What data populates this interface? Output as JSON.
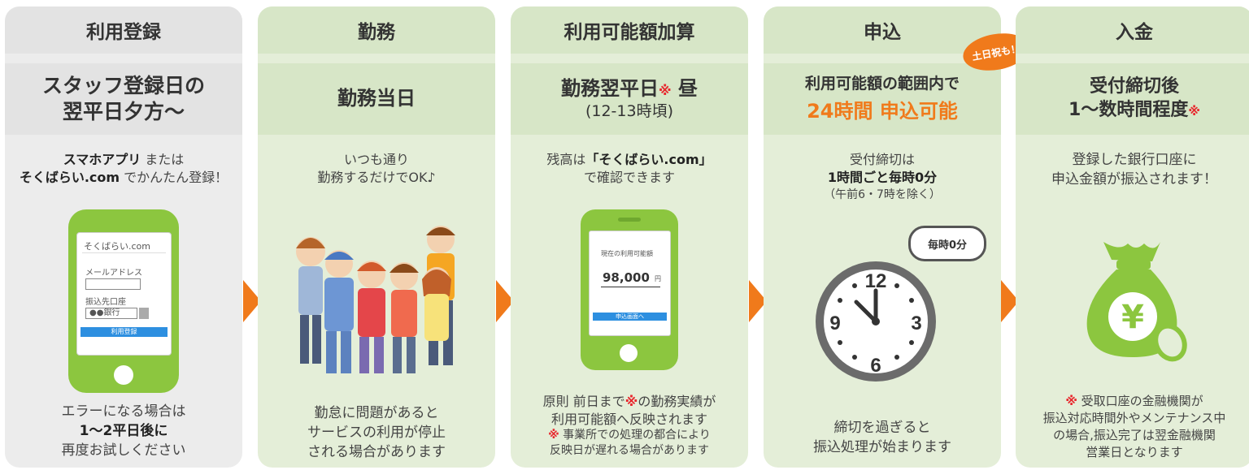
{
  "steps": [
    {
      "header": "利用登録",
      "timing": [
        "スタッフ登録日の",
        "翌平日夕方～"
      ],
      "desc": {
        "line1_bold": "スマホアプリ",
        "line1_rest": " または",
        "line2_bold": "そくばらい.com",
        "line2_rest": " でかんたん登録！"
      },
      "screen": {
        "site": "そくばらい.com",
        "email_label": "メールアドレス",
        "bank_label": "振込先口座",
        "bank_value": "●●銀行",
        "button": "利用登録"
      },
      "foot": {
        "line1": "エラーになる場合は",
        "line2_bold": "1～2平日後に",
        "line3": "再度お試しください"
      }
    },
    {
      "header": "勤務",
      "timing": "勤務当日",
      "desc": [
        "いつも通り",
        "勤務するだけでOK♪"
      ],
      "foot": [
        "勤怠に問題があると",
        "サービスの利用が停止",
        "される場合があります"
      ]
    },
    {
      "header": "利用可能額加算",
      "timing": {
        "main": "勤務翌平日",
        "mark": "※",
        "tail": " 昼",
        "sub": "(12-13時頃)"
      },
      "desc": {
        "pre": "残高は",
        "bold": "「そくばらい.com」",
        "line2": "で確認できます"
      },
      "screen": {
        "label": "現在の利用可能額",
        "amount": "98,000",
        "unit": "円",
        "button": "申込画面へ"
      },
      "foot": {
        "l1a": "原則 前日まで",
        "mark": "※",
        "l1b": "の勤務実績が",
        "l2": "利用可能額へ反映されます",
        "note_mark": "※",
        "note1": " 事業所での処理の都合により",
        "note2": "反映日が遅れる場合があります"
      }
    },
    {
      "header": "申込",
      "badge": "土日祝も！",
      "timing": {
        "line1": "利用可能額の範囲内で",
        "line2": "24時間 申込可能"
      },
      "desc": {
        "line1": "受付締切は",
        "line2_bold": "1時間ごと毎時0分",
        "line3": "（午前6・7時を除く）"
      },
      "bubble": "毎時0分",
      "clock": {
        "n12": "12",
        "n3": "3",
        "n6": "6",
        "n9": "9"
      },
      "foot": [
        "締切を過ぎると",
        "振込処理が始まります"
      ]
    },
    {
      "header": "入金",
      "timing": {
        "line1": "受付締切後",
        "line2": "1～数時間程度",
        "mark": "※"
      },
      "desc": [
        "登録した銀行口座に",
        "申込金額が振込されます！"
      ],
      "bag_symbol": "¥",
      "foot": {
        "mark": "※",
        "l1": " 受取口座の金融機関が",
        "l2": "振込対応時間外やメンテナンス中",
        "l3": "の場合,振込完了は翌金融機関",
        "l4": "営業日となります"
      }
    }
  ],
  "colors": {
    "accent": "#f07a1b",
    "green": "#8cc63f",
    "red": "#e8272d"
  }
}
